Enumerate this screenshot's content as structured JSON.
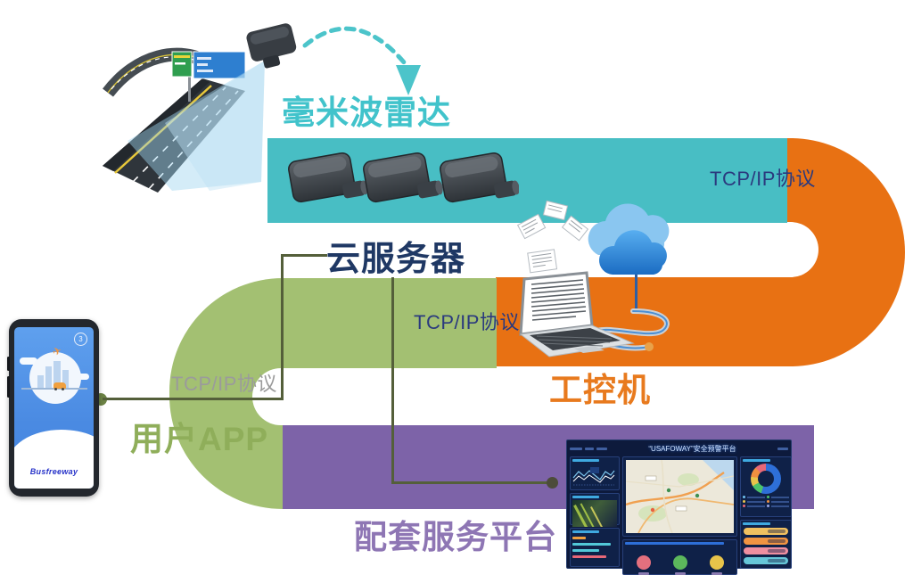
{
  "nodes": {
    "millimeter_radar": {
      "label": "毫米波雷达"
    },
    "cloud_server": {
      "label": "云服务器"
    },
    "industrial_pc": {
      "label": "工控机"
    },
    "user_app": {
      "label": "用户APP"
    },
    "service_platform": {
      "label": "配套服务平台"
    }
  },
  "protocol_labels": {
    "radar_to_cloud": "TCP/IP协议",
    "cloud_to_pc": "TCP/IP协议",
    "app_link": "TCP/IP协议"
  },
  "phone": {
    "logo": "Busfreeway",
    "badge": "3"
  },
  "dashboard": {
    "title": "“USAFOWAY”安全预警平台"
  },
  "colors": {
    "teal_band": "#48bec4",
    "orange_band": "#e87113",
    "green_band": "#a3c072",
    "purple_band": "#7d63a8",
    "radar_label": "#41c3cb",
    "cloud_label": "#1f3864",
    "pc_label": "#e87a1e",
    "app_label": "#8fae5a",
    "platform_label": "#8e76b4",
    "protocol_navy": "#2b3a7e",
    "protocol_gray": "#9b9b9b"
  }
}
